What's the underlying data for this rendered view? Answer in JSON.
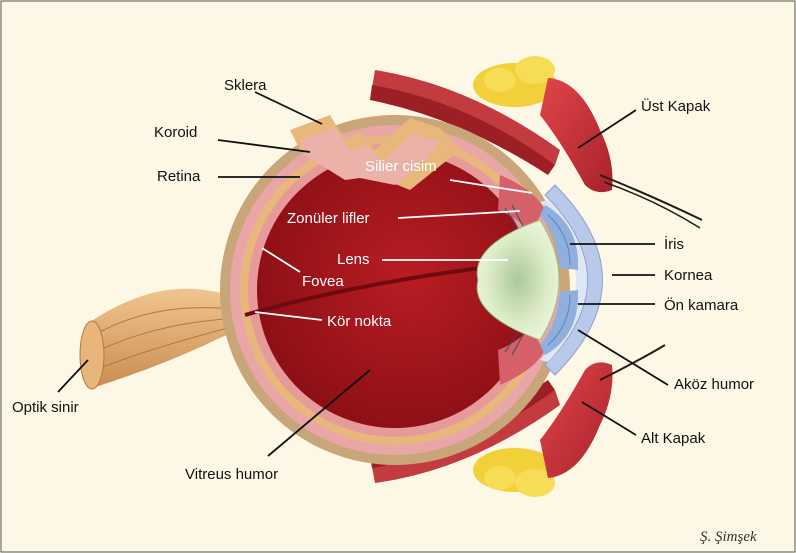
{
  "labels": {
    "sklera": "Sklera",
    "koroid": "Koroid",
    "retina": "Retina",
    "optik_sinir": "Optik sinir",
    "vitreus_humor": "Vitreus humor",
    "silier_cisim": "Silier cisim",
    "zonuler_lifler": "Zonüler lifler",
    "lens": "Lens",
    "fovea": "Fovea",
    "kor_nokta": "Kör nokta",
    "ust_kapak": "Üst Kapak",
    "iris": "İris",
    "kornea": "Kornea",
    "on_kamara": "Ön kamara",
    "akoz_humor": "Aköz humor",
    "alt_kapak": "Alt Kapak"
  },
  "signature": "Ş. Şimşek",
  "colors": {
    "background": "#fdf8e6",
    "sclera": "#c9a57a",
    "choroid": "#e9a6a6",
    "retina": "#e8b77c",
    "vitreous": "#a3161c",
    "lens": "#d9ecc4",
    "cornea": "#b9c9ea",
    "iris": "#8fb0dc",
    "eyelid": "#c8323a",
    "fat": "#f3d23a"
  }
}
